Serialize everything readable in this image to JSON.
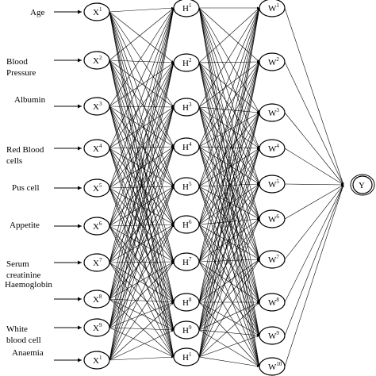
{
  "inputs": [
    {
      "label": [
        "Age"
      ],
      "node": "X",
      "sup": "1"
    },
    {
      "label": [
        "Blood",
        "Pressure"
      ],
      "node": "X",
      "sup": "2"
    },
    {
      "label": [
        "Albumin"
      ],
      "node": "X",
      "sup": "3"
    },
    {
      "label": [
        "Red Blood",
        "cells"
      ],
      "node": "X",
      "sup": "4"
    },
    {
      "label": [
        "Pus cell"
      ],
      "node": "X",
      "sup": "5"
    },
    {
      "label": [
        "Appetite"
      ],
      "node": "X",
      "sup": "6"
    },
    {
      "label": [
        "Serum",
        "creatinine"
      ],
      "node": "X",
      "sup": "7"
    },
    {
      "label": [
        "Haemoglobin"
      ],
      "node": "X",
      "sup": "8"
    },
    {
      "label": [
        "White",
        "blood cell"
      ],
      "node": "X",
      "sup": "9"
    },
    {
      "label": [
        "Anaemia"
      ],
      "node": "X",
      "sup": "1"
    }
  ],
  "hidden1": [
    {
      "node": "H",
      "sup": "1"
    },
    {
      "node": "H",
      "sup": "2"
    },
    {
      "node": "H",
      "sup": "3"
    },
    {
      "node": "H",
      "sup": "4"
    },
    {
      "node": "H",
      "sup": "5"
    },
    {
      "node": "H",
      "sup": "6"
    },
    {
      "node": "H",
      "sup": "7"
    },
    {
      "node": "H",
      "sup": "8"
    },
    {
      "node": "H",
      "sup": "9"
    },
    {
      "node": "H",
      "sup": "1"
    }
  ],
  "hidden2": [
    {
      "node": "W",
      "sup": "1"
    },
    {
      "node": "W",
      "sup": "2"
    },
    {
      "node": "W",
      "sup": "3"
    },
    {
      "node": "W",
      "sup": "4"
    },
    {
      "node": "W",
      "sup": "5"
    },
    {
      "node": "W",
      "sup": "6"
    },
    {
      "node": "W",
      "sup": "7"
    },
    {
      "node": "W",
      "sup": "8"
    },
    {
      "node": "W",
      "sup": "9"
    },
    {
      "node": "W",
      "sup": "10"
    }
  ],
  "output": {
    "node": "Y",
    "sup": ""
  },
  "colors": {
    "stroke": "#000000",
    "fill": "#ffffff"
  }
}
